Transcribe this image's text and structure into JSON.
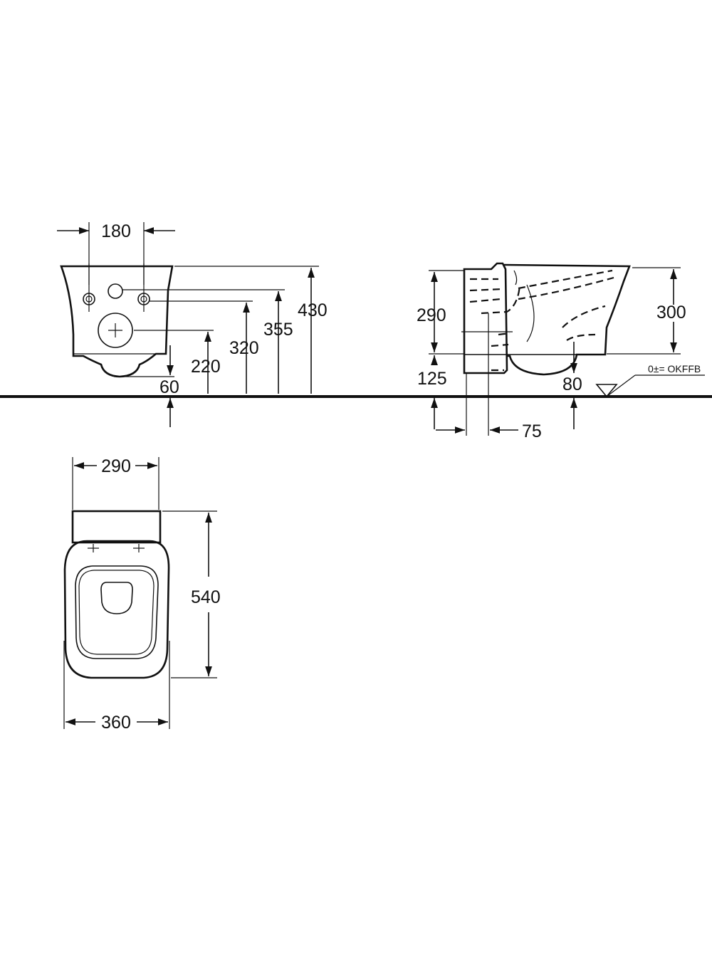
{
  "diagram": {
    "front_view": {
      "width_dims": [
        "180"
      ],
      "height_dims": [
        "430",
        "355",
        "320",
        "220",
        "60"
      ]
    },
    "side_view": {
      "height_dims": [
        "290",
        "125",
        "300",
        "80"
      ],
      "depth_dims": [
        "75"
      ],
      "floor_reference": "0±= OKFFB"
    },
    "top_view": {
      "width_dims": [
        "290",
        "360"
      ],
      "depth_dims": [
        "540"
      ]
    }
  },
  "colors": {
    "ink": "#111111",
    "paper": "#ffffff"
  }
}
